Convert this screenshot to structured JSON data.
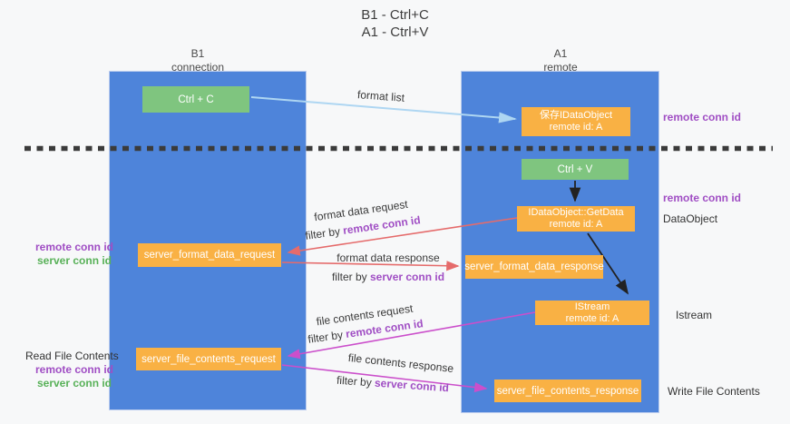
{
  "title": {
    "line1": "B1 - Ctrl+C",
    "line2": "A1 - Ctrl+V"
  },
  "lanes": {
    "left": {
      "name": "B1",
      "subtitle": "connection"
    },
    "right": {
      "name": "A1",
      "subtitle": "remote"
    }
  },
  "nodes": {
    "ctrl_c": {
      "label": "Ctrl + C"
    },
    "ctrl_v": {
      "label": "Ctrl + V"
    },
    "save_dataobject": {
      "line1": "保存IDataObject",
      "line2": "remote id: A"
    },
    "getdata": {
      "line1": "IDataObject::GetData",
      "line2": "remote id: A"
    },
    "istream_box": {
      "line1": "IStream",
      "line2": "remote id: A"
    },
    "format_request": {
      "label": "server_format_data_request"
    },
    "format_response": {
      "label": "server_format_data_response"
    },
    "file_request": {
      "label": "server_file_contents_request"
    },
    "file_response": {
      "label": "server_file_contents_response"
    }
  },
  "arrow_labels": {
    "format_list": "format list",
    "format_data_request": "format data request",
    "format_data_response": "format data response",
    "file_contents_request": "file contents request",
    "file_contents_response": "file contents response",
    "filter_by": "filter by"
  },
  "terms": {
    "remote_conn_id": "remote conn id",
    "server_conn_id": "server conn id"
  },
  "side_labels": {
    "dataobject": "DataObject",
    "istream": "Istream",
    "read_file_contents": "Read File Contents",
    "write_file_contents": "Write File Contents"
  },
  "colors": {
    "lane_blue": "#4e84da",
    "box_orange": "#f9b144",
    "box_green": "#7fc57f",
    "arrow_red": "#e56b6b",
    "arrow_pink": "#cb4fcb",
    "arrow_lightblue": "#aed6f2",
    "arrow_black": "#222222",
    "text_purple": "#a04ec4",
    "text_green": "#58b158",
    "dashed_line": "#3b3b3b"
  }
}
